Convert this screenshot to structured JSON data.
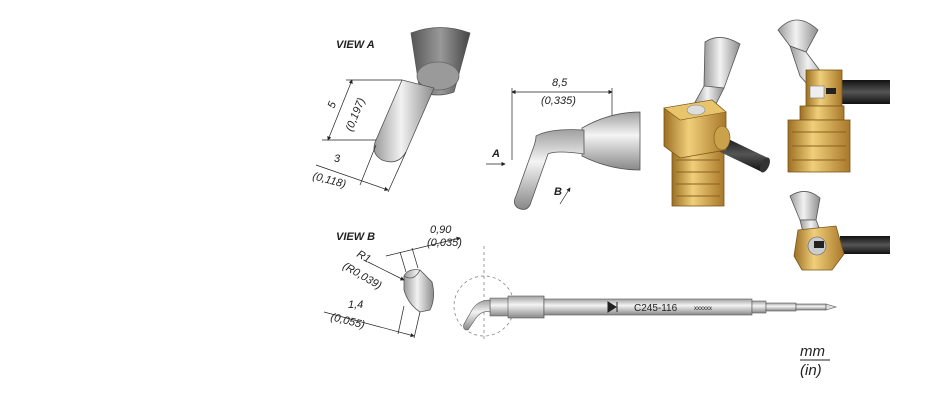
{
  "views": {
    "view_a": "VIEW A",
    "view_b": "VIEW B"
  },
  "dimensions": {
    "a_height_mm": "5",
    "a_height_in": "(0,197)",
    "a_width_mm": "3",
    "a_width_in": "(0,118)",
    "side_length_mm": "8,5",
    "side_length_in": "(0,335)",
    "b_radius_mm": "R1",
    "b_radius_in": "(R0,039)",
    "b_top_mm": "0,90",
    "b_top_in": "(0,035)",
    "b_width_mm": "1,4",
    "b_width_in": "(0,055)"
  },
  "markers": {
    "a": "A",
    "b": "B"
  },
  "cartridge": {
    "part_number": "C245-116",
    "code": "xxxxxx"
  },
  "units": {
    "primary": "mm",
    "secondary": "(in)"
  },
  "colors": {
    "brass": "#c99a3c",
    "steel": "#b8b8b8",
    "cable": "#222222"
  }
}
